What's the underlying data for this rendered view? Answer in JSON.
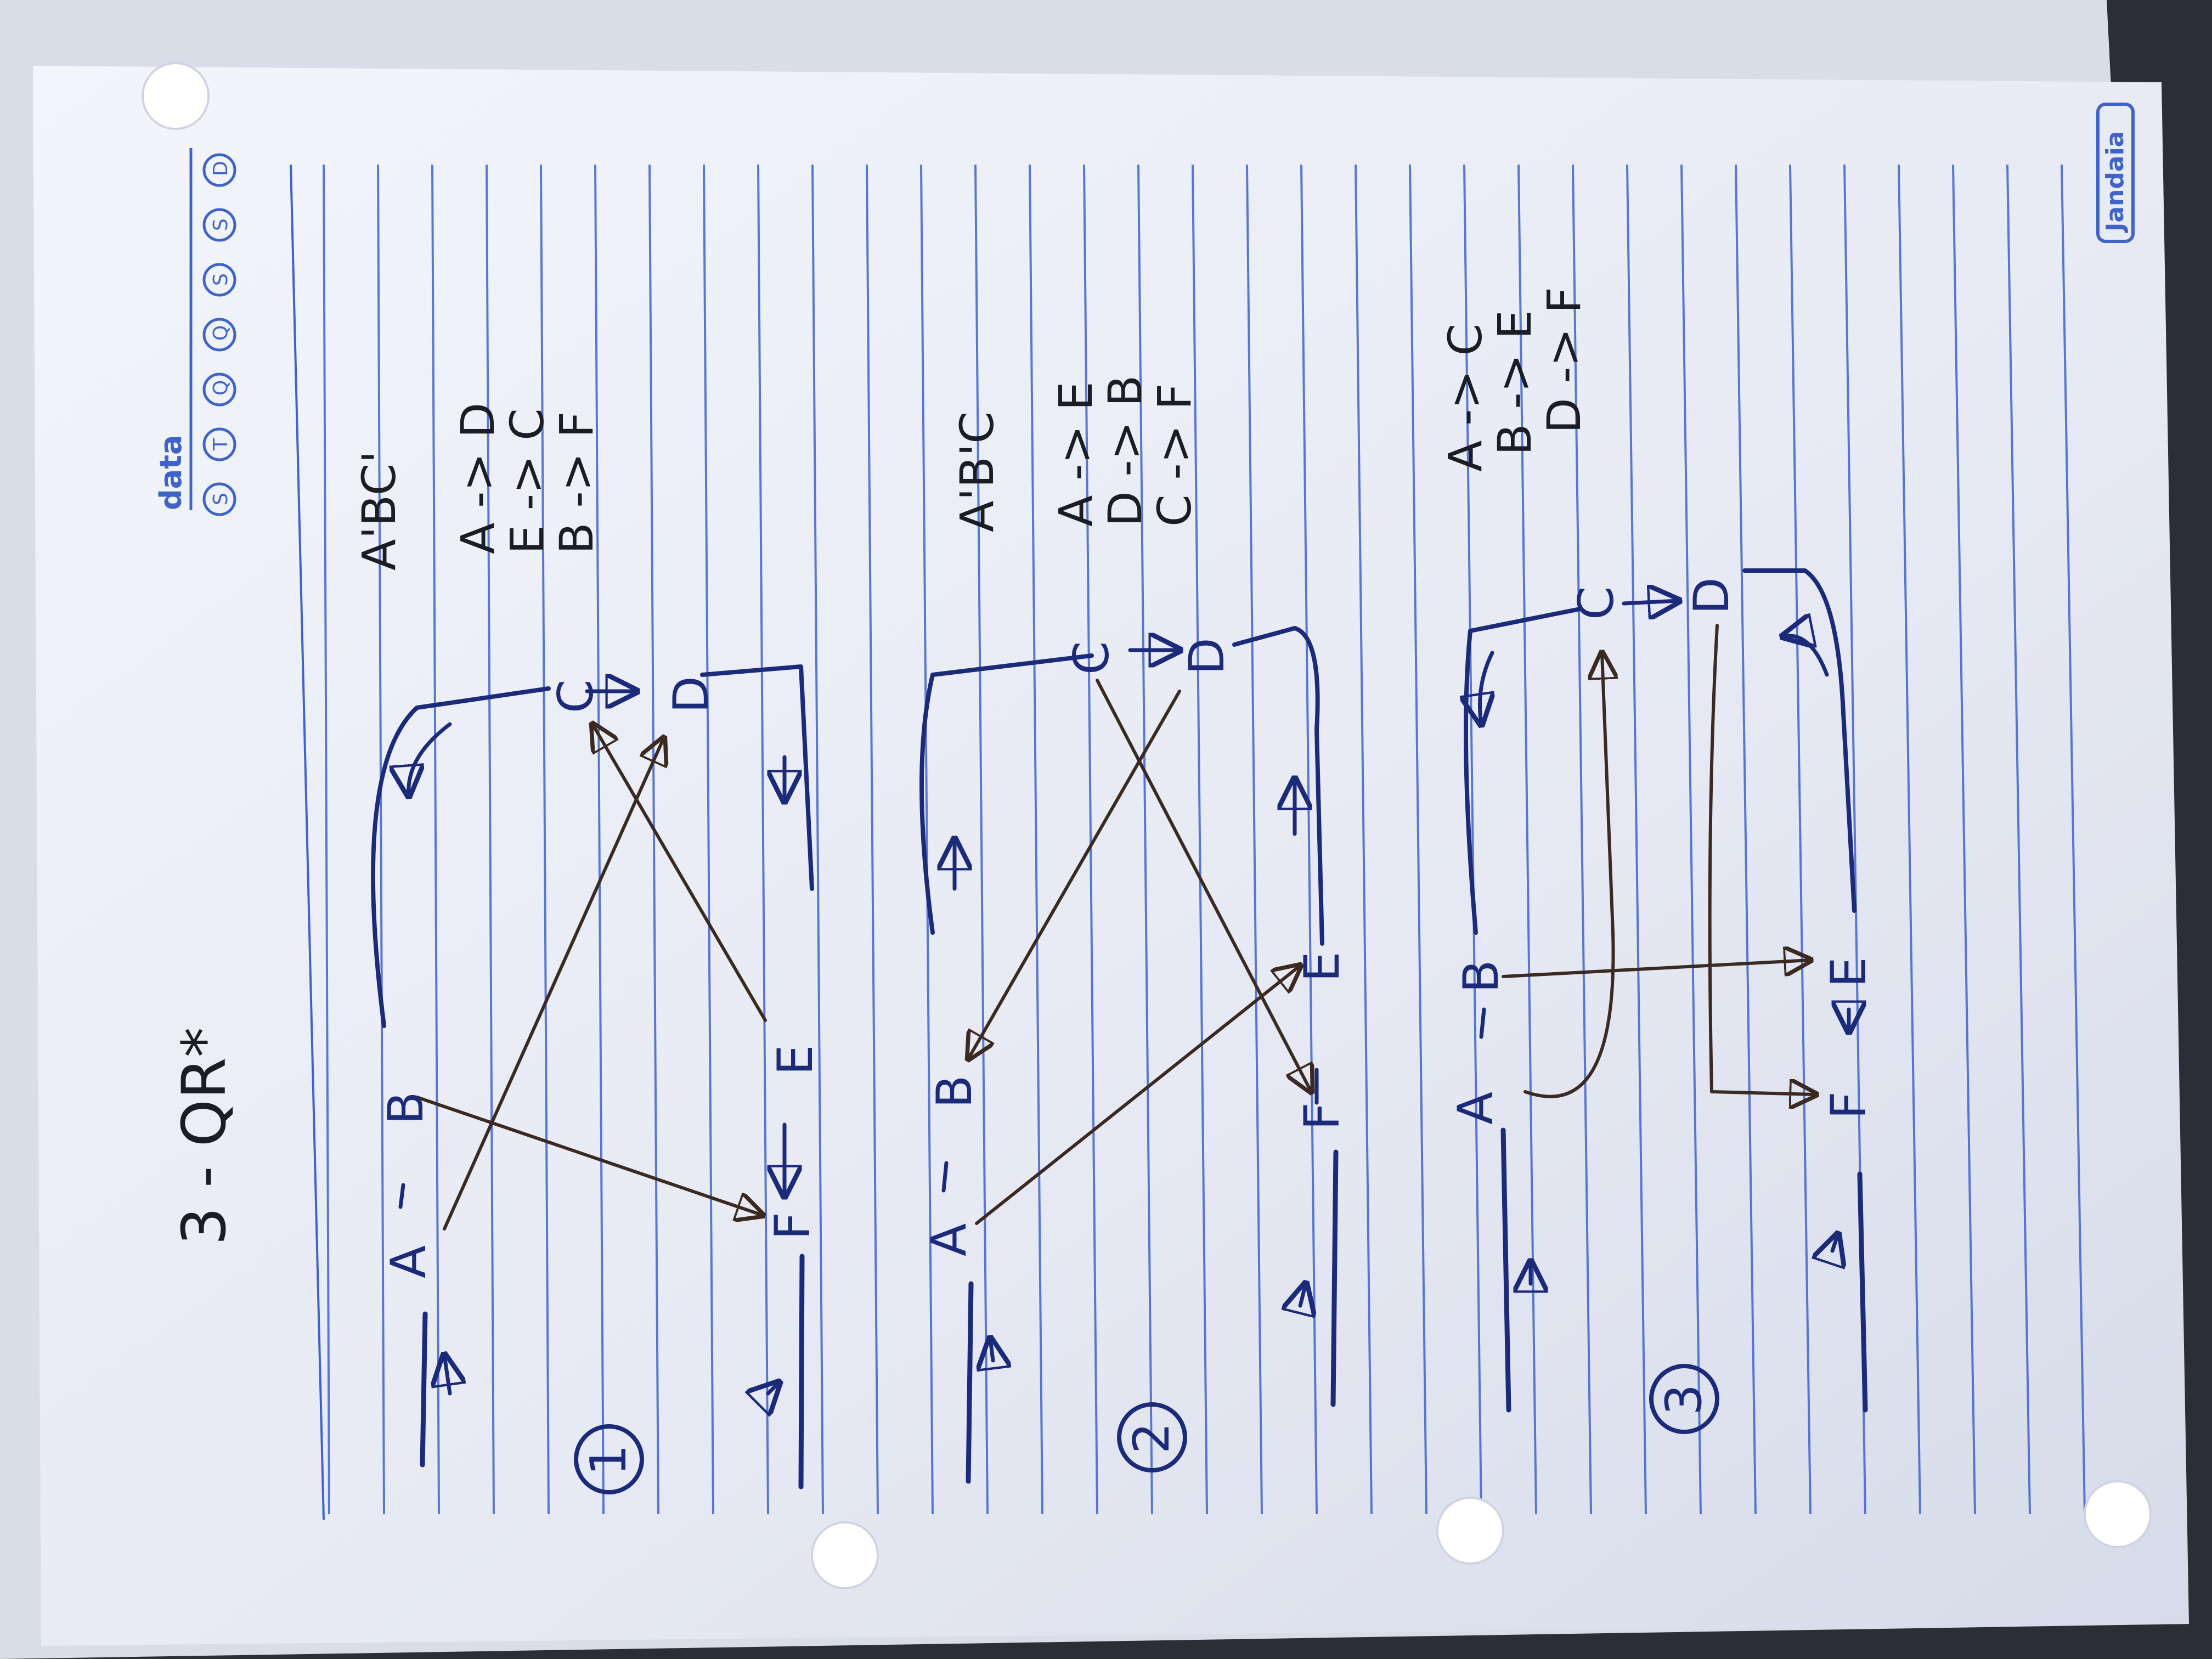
{
  "header": {
    "title": "3 - QR*",
    "brand": "data",
    "weekday_letters": [
      "S",
      "T",
      "Q",
      "Q",
      "S",
      "S",
      "D"
    ],
    "logo": "Jandaia"
  },
  "diagrams": [
    {
      "number": "1",
      "top_label": "A'BC'",
      "nodes": [
        "A",
        "B",
        "C",
        "D",
        "E",
        "F"
      ],
      "rules": [
        "A -> D",
        "E -> C",
        "B -> F"
      ]
    },
    {
      "number": "2",
      "top_label": "A'B'C",
      "nodes": [
        "A",
        "B",
        "C",
        "D",
        "E",
        "F"
      ],
      "rules": [
        "A -> E",
        "D -> B",
        "C -> F"
      ]
    },
    {
      "number": "3",
      "top_label": "",
      "nodes": [
        "A",
        "B",
        "C",
        "D",
        "E",
        "F"
      ],
      "rules": [
        "A -> C",
        "B -> E",
        "D -> F"
      ]
    }
  ],
  "colors": {
    "paper": "#e9ecf5",
    "rule_line": "#3f63c9",
    "ink_blue": "#1c2a7a",
    "ink_brown": "#3b2a22"
  }
}
